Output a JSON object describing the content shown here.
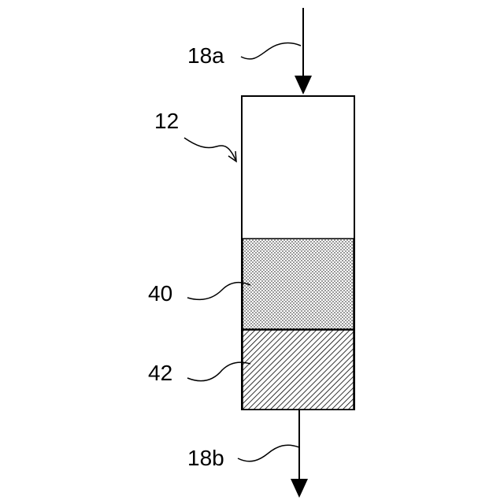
{
  "figure": {
    "labels": {
      "inlet": "18a",
      "column": "12",
      "layer_upper": "40",
      "layer_lower": "42",
      "outlet": "18b"
    },
    "colors": {
      "line": "#000000",
      "background": "#ffffff"
    },
    "fills": {
      "layer_upper": "dotted",
      "layer_lower": "hatched"
    }
  }
}
